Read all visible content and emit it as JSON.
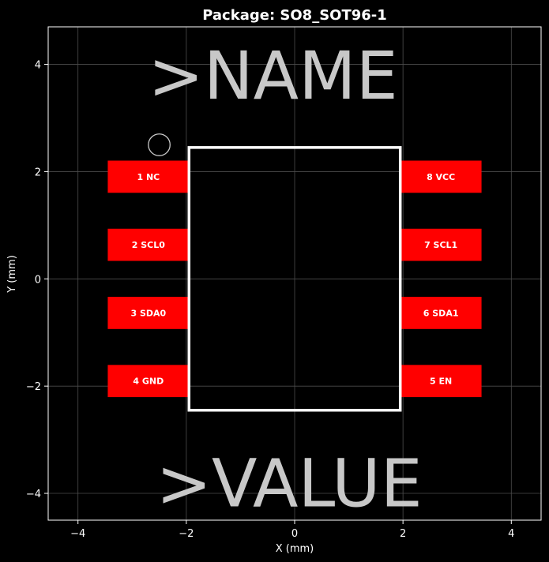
{
  "title": "Package: SO8_SOT96-1",
  "xlabel": "X (mm)",
  "ylabel": "Y (mm)",
  "colors": {
    "background": "#000000",
    "pad": "#ff0000",
    "outline": "#ffffff",
    "silk_text": "#c8c8c8",
    "grid": "#4d4d4d",
    "pin1_marker": "#c8c8c8"
  },
  "chart_data": {
    "type": "scatter",
    "title": "Package: SO8_SOT96-1",
    "xlabel": "X (mm)",
    "ylabel": "Y (mm)",
    "xlim": [
      -4.55,
      4.55
    ],
    "ylim": [
      -4.5,
      4.7
    ],
    "x_ticks": [
      -4,
      -2,
      0,
      2,
      4
    ],
    "y_ticks": [
      -4,
      -2,
      0,
      2,
      4
    ],
    "x_tick_labels": [
      "−4",
      "−2",
      "0",
      "2",
      "4"
    ],
    "y_tick_labels": [
      "−4",
      "−2",
      "0",
      "2",
      "4"
    ],
    "grid": true,
    "body_outline": {
      "x_min": -1.95,
      "x_max": 1.95,
      "y_min": -2.45,
      "y_max": 2.45
    },
    "pad_size": {
      "width": 1.5,
      "height": 0.6
    },
    "pads": [
      {
        "label": "1 NC",
        "x": -2.7,
        "y": 1.905
      },
      {
        "label": "2 SCL0",
        "x": -2.7,
        "y": 0.635
      },
      {
        "label": "3 SDA0",
        "x": -2.7,
        "y": -0.635
      },
      {
        "label": "4 GND",
        "x": -2.7,
        "y": -1.905
      },
      {
        "label": "5 EN",
        "x": 2.7,
        "y": -1.905
      },
      {
        "label": "6 SDA1",
        "x": 2.7,
        "y": -0.635
      },
      {
        "label": "7 SCL1",
        "x": 2.7,
        "y": 0.635
      },
      {
        "label": "8 VCC",
        "x": 2.7,
        "y": 1.905
      }
    ],
    "pin1_marker": {
      "x": -2.5,
      "y": 2.5,
      "r": 0.2
    },
    "annotations": [
      {
        "text": ">NAME",
        "x": -0.4,
        "y": 3.8
      },
      {
        "text": ">VALUE",
        "x": -0.1,
        "y": -3.8
      }
    ]
  }
}
